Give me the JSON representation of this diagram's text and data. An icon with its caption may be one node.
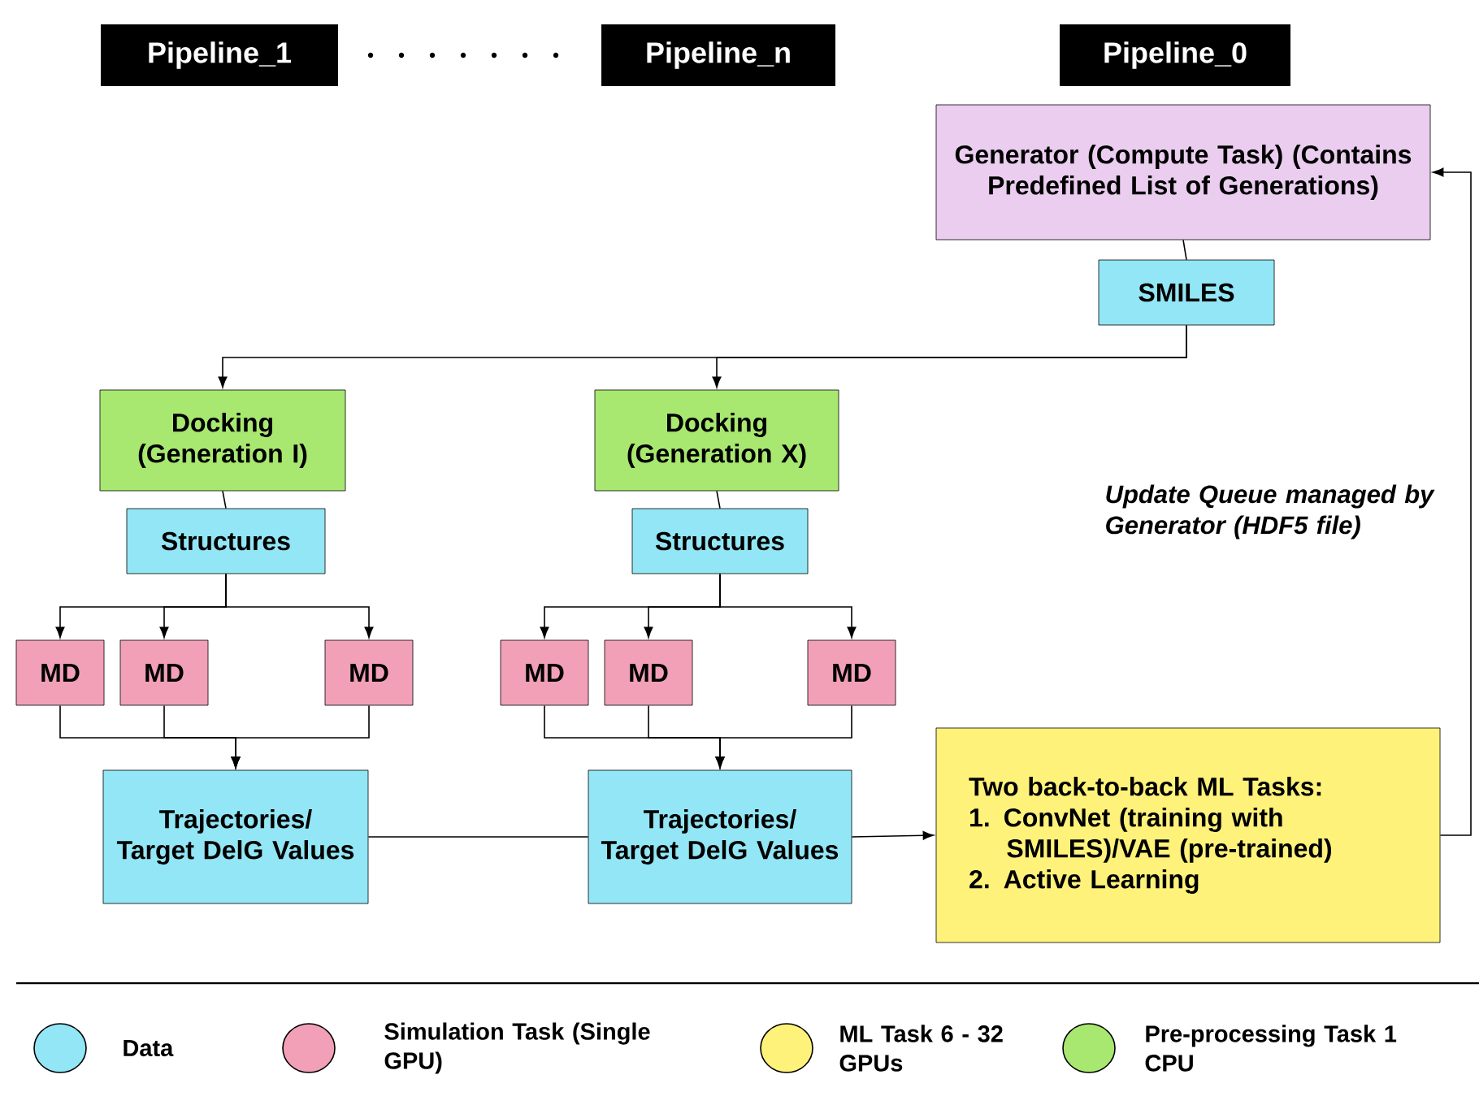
{
  "diagram": {
    "nodes": [
      {
        "text": [
          "Pipeline_1"
        ]
      },
      {
        "text": [
          "Pipeline_n"
        ]
      },
      {
        "text": [
          "Pipeline_0"
        ]
      },
      {
        "text": [
          "Generator (Compute Task) (Contains Predefined List of Generations)"
        ]
      },
      {
        "text": [
          "SMILES"
        ]
      },
      {
        "text": [
          "Docking (Generation I)"
        ]
      },
      {
        "text": [
          "Structures"
        ]
      },
      {
        "text": [
          "MD"
        ]
      },
      {
        "text": [
          "MD"
        ]
      },
      {
        "text": [
          "MD"
        ]
      },
      {
        "text": [
          "Docking (Generation X)"
        ]
      },
      {
        "text": [
          "Structures"
        ]
      },
      {
        "text": [
          "MD"
        ]
      },
      {
        "text": [
          "MD"
        ]
      },
      {
        "text": [
          "MD"
        ]
      },
      {
        "text": [
          "Trajectories/ Target DelG Values"
        ]
      },
      {
        "text": [
          "Trajectories/ Target DelG Values"
        ]
      },
      {
        "text": [
          "Two back-to-back ML Tasks:",
          "1. ConvNet (training with SMILES)/VAE (pre-trained)",
          "2. Active Learning"
        ]
      }
    ],
    "edges": [
      {
        "from": 3,
        "to": 4,
        "arrow": "none"
      },
      {
        "from": 4,
        "to": 5,
        "arrow": "to"
      },
      {
        "from": 4,
        "to": 10,
        "arrow": "to"
      },
      {
        "from": 5,
        "to": 6,
        "arrow": "none"
      },
      {
        "from": 6,
        "to": 7,
        "arrow": "to"
      },
      {
        "from": 6,
        "to": 8,
        "arrow": "to"
      },
      {
        "from": 6,
        "to": 9,
        "arrow": "to"
      },
      {
        "from": 10,
        "to": 11,
        "arrow": "none"
      },
      {
        "from": 11,
        "to": 12,
        "arrow": "to"
      },
      {
        "from": 11,
        "to": 13,
        "arrow": "to"
      },
      {
        "from": 11,
        "to": 14,
        "arrow": "to"
      },
      {
        "from": 7,
        "to": 15,
        "arrow": "to"
      },
      {
        "from": 8,
        "to": 15,
        "arrow": "to"
      },
      {
        "from": 9,
        "to": 15,
        "arrow": "to"
      },
      {
        "from": 12,
        "to": 16,
        "arrow": "to"
      },
      {
        "from": 13,
        "to": 16,
        "arrow": "to"
      },
      {
        "from": 14,
        "to": 16,
        "arrow": "to"
      },
      {
        "from": 15,
        "to": 16,
        "arrow": "none"
      },
      {
        "from": 16,
        "to": 17,
        "arrow": "to"
      },
      {
        "from": 17,
        "to": 3,
        "arrow": "to"
      }
    ],
    "labels": [
      "Update Queue managed by Generator (HDF5 file)"
    ],
    "legend": [
      {
        "text": "Data",
        "color": "#92e6f5"
      },
      {
        "text": "Simulation Task (Single GPU)",
        "color": "#f2a0b8"
      },
      {
        "text": "ML Task 6 - 32 GPUs",
        "color": "#fff27a"
      },
      {
        "text": "Pre-processing Task 1 CPU",
        "color": "#a8e870"
      }
    ]
  }
}
